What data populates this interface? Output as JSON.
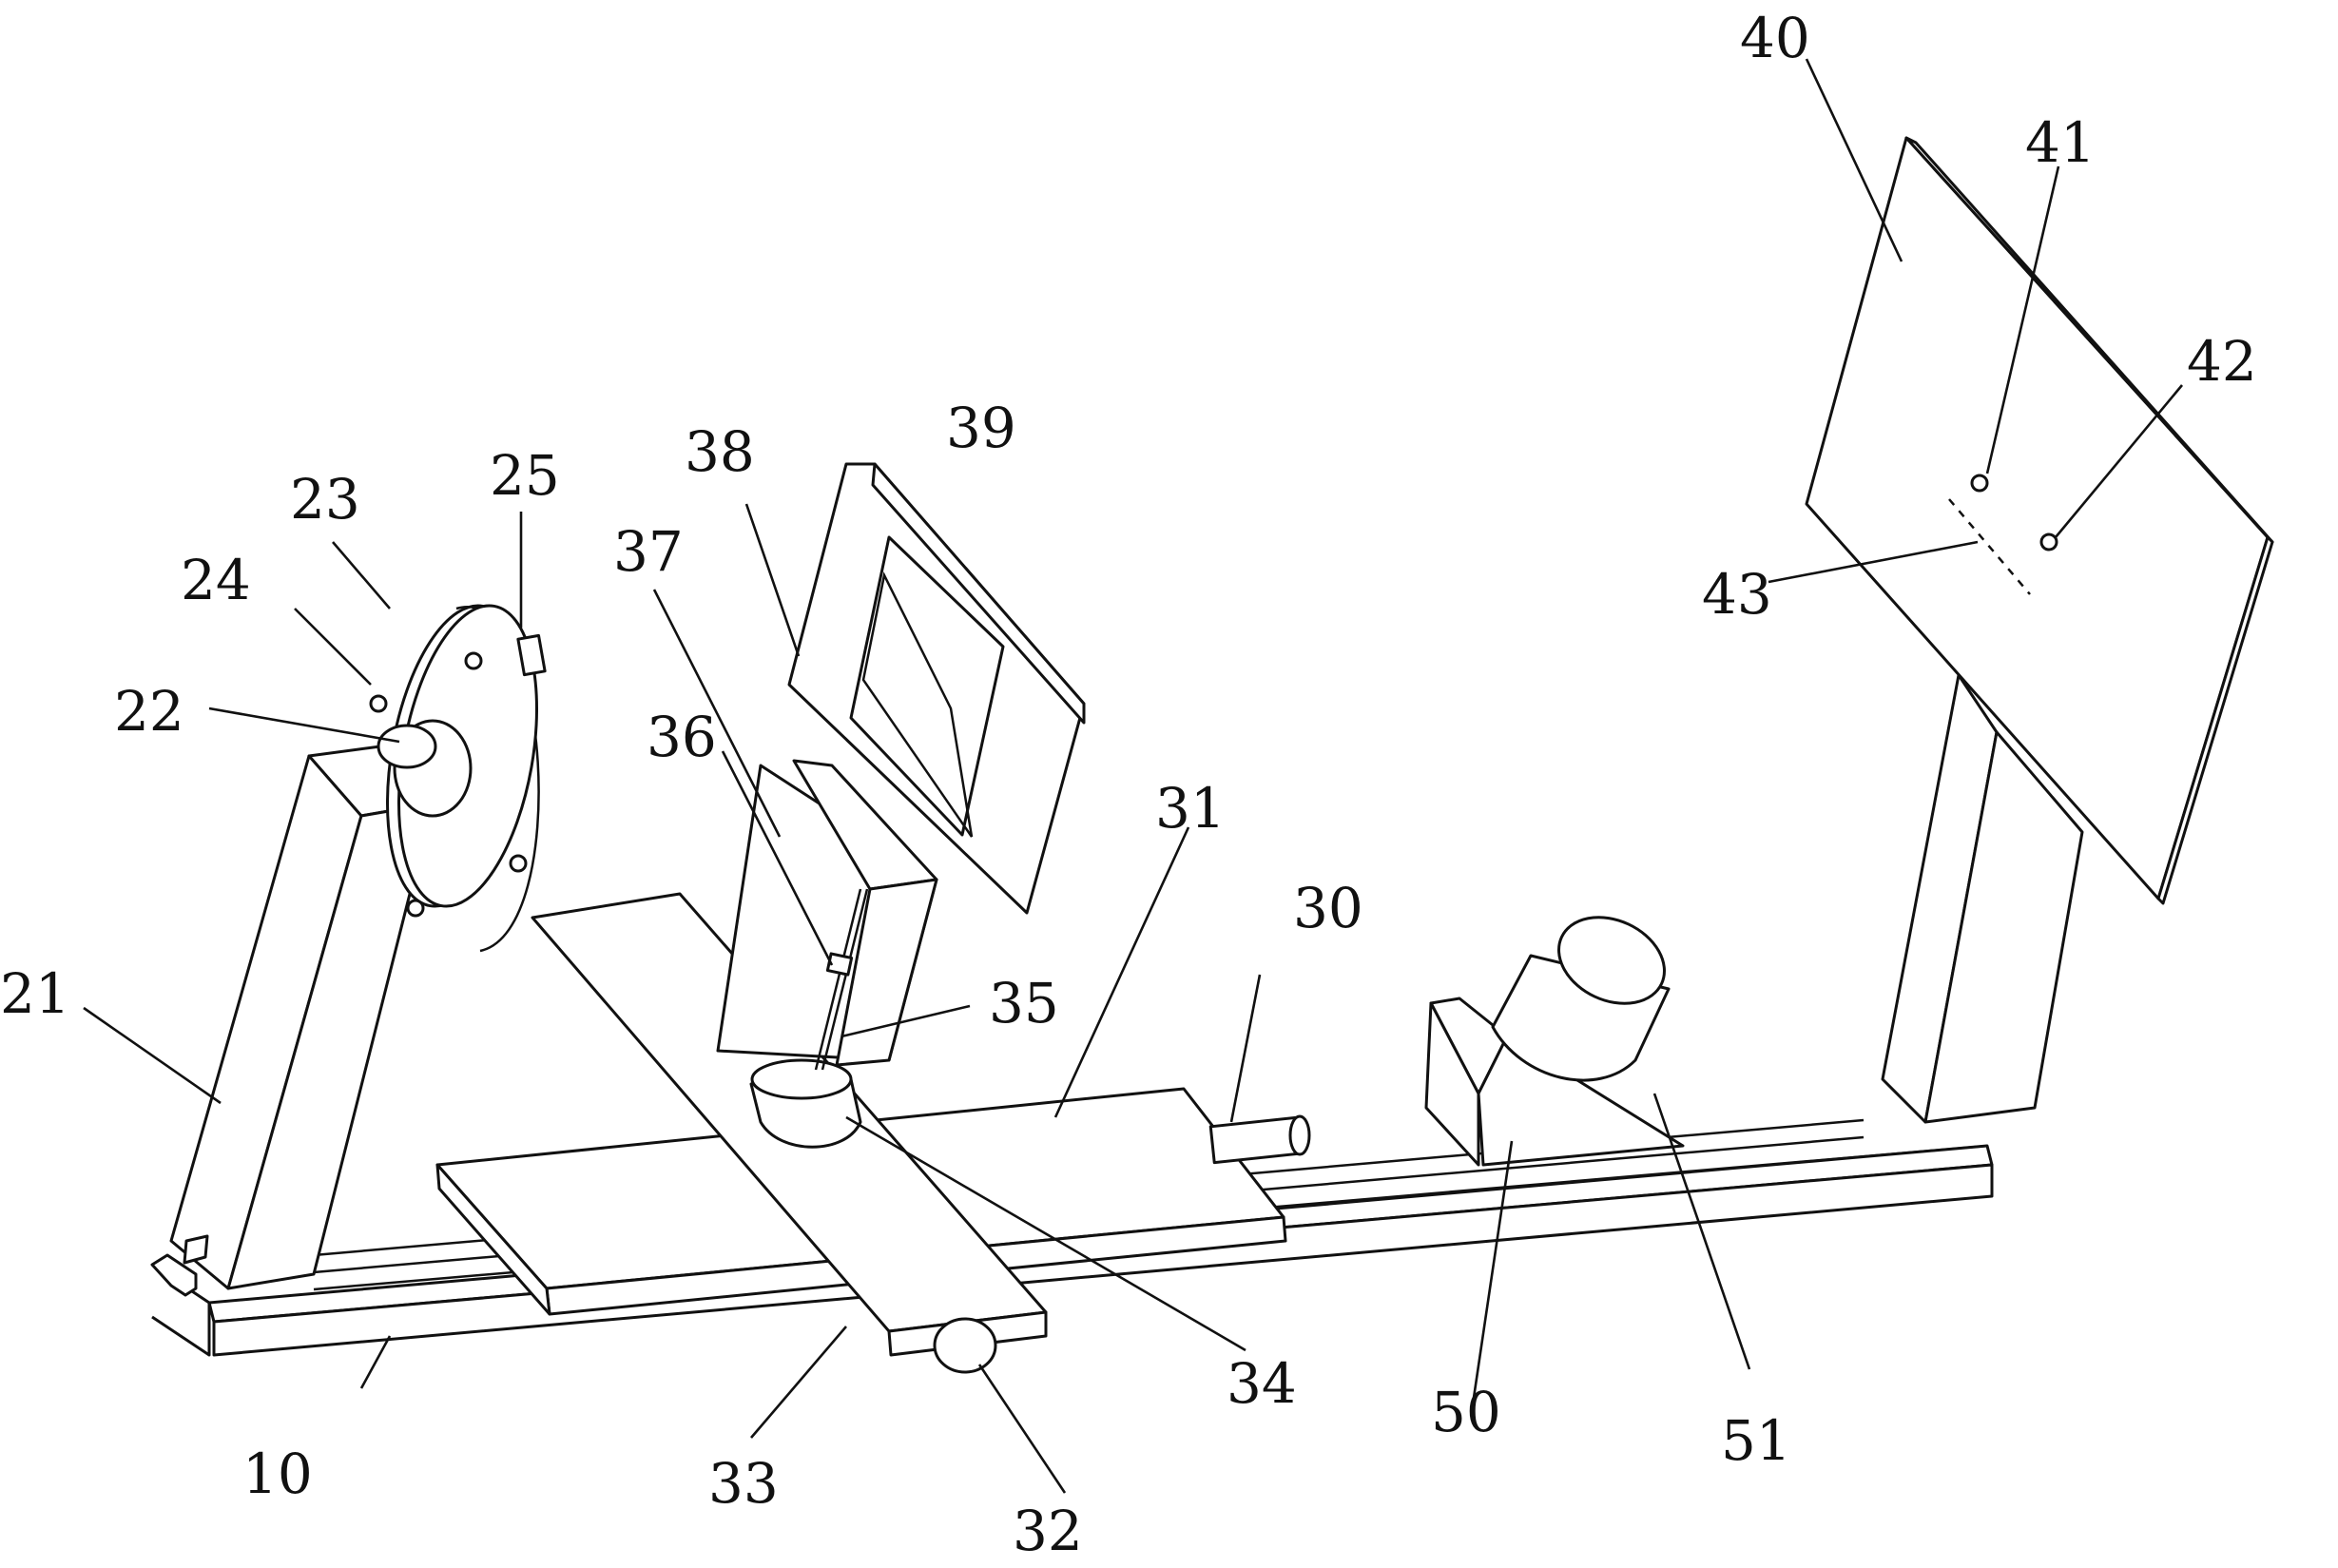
{
  "reference_numerals": {
    "n10": "10",
    "n21": "21",
    "n22": "22",
    "n23": "23",
    "n24": "24",
    "n25": "25",
    "n30": "30",
    "n31": "31",
    "n32": "32",
    "n33": "33",
    "n34": "34",
    "n35": "35",
    "n36": "36",
    "n37": "37",
    "n38": "38",
    "n39": "39",
    "n40": "40",
    "n41": "41",
    "n42": "42",
    "n43": "43",
    "n50": "50",
    "n51": "51"
  },
  "colors": {
    "line": "#111111",
    "background": "#ffffff"
  }
}
